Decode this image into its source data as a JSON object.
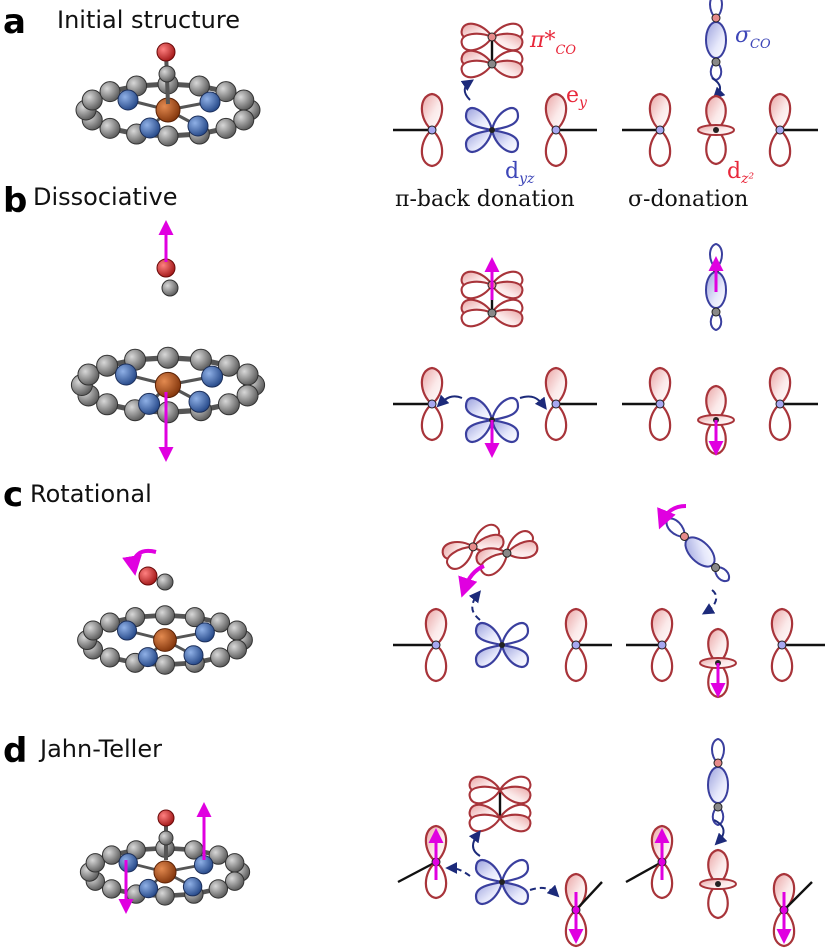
{
  "panels": [
    {
      "letter": "a",
      "title": "Initial structure"
    },
    {
      "letter": "b",
      "title": "Dissociative"
    },
    {
      "letter": "c",
      "title": "Rotational"
    },
    {
      "letter": "d",
      "title": "Jahn-Teller"
    }
  ],
  "orbital_labels": {
    "pi_star": "π*",
    "pi_star_sub": "CO",
    "sigma": "σ",
    "sigma_sub": "CO",
    "e_y": "e",
    "e_y_sub": "y",
    "d_yz": "d",
    "d_yz_sub": "yz",
    "d_z2": "d",
    "d_z2_sub": "z²"
  },
  "captions": {
    "pi_back": "π-back donation",
    "sigma_don": "σ-donation"
  },
  "colors": {
    "orbital_red": "#a8343a",
    "orbital_blue": "#3a3f9e",
    "motion_magenta": "#e000e0",
    "carbon": "#6a6a6a",
    "nitrogen": "#2f5aa8",
    "iron": "#b04a10",
    "oxygen": "#d21e1e"
  }
}
